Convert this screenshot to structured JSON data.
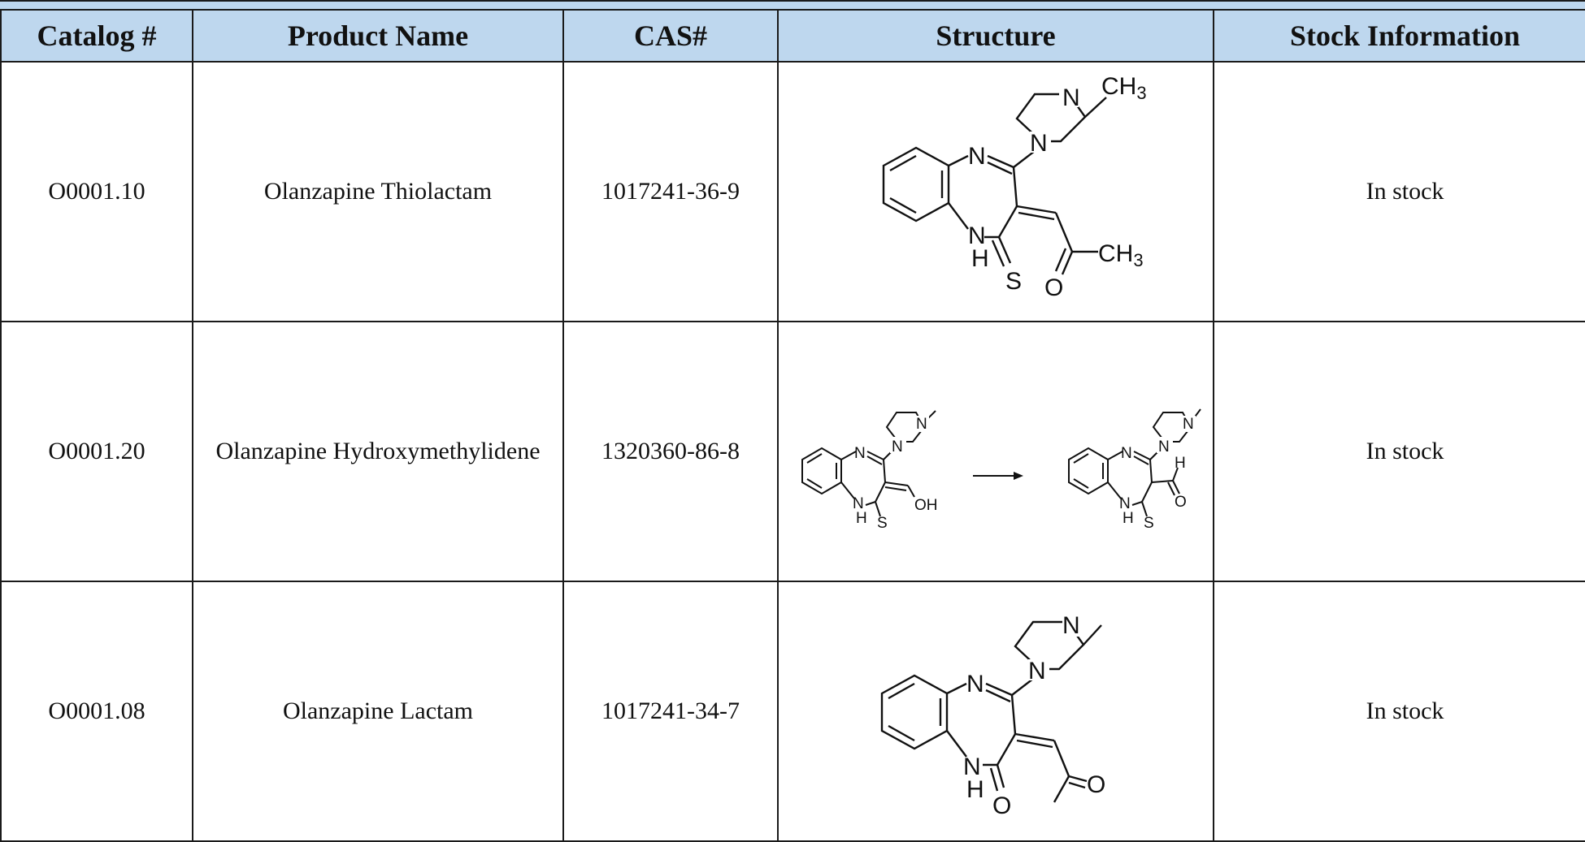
{
  "table": {
    "headers": [
      "Catalog #",
      "Product Name",
      "CAS#",
      "Structure",
      "Stock Information"
    ],
    "rows": [
      {
        "catalog": "O0001.10",
        "name": "Olanzapine Thiolactam",
        "cas": "1017241-36-9",
        "stock": "In stock",
        "structure_labels": {
          "n1": "N",
          "n2": "N",
          "n3": "N",
          "ch3_top": "CH3",
          "nh": "N",
          "h": "H",
          "s": "S",
          "o": "O",
          "ch3_right": "CH3"
        }
      },
      {
        "catalog": "O0001.20",
        "name": "Olanzapine Hydroxymethylidene",
        "cas": "1320360-86-8",
        "stock": "In stock",
        "structure_labels": {
          "n": "N",
          "nh": "N",
          "h": "H",
          "s": "S",
          "oh": "OH",
          "o": "O",
          "h_ald": "H"
        }
      },
      {
        "catalog": "O0001.08",
        "name": "Olanzapine Lactam",
        "cas": "1017241-34-7",
        "stock": "In stock",
        "structure_labels": {
          "n": "N",
          "nh": "N",
          "h": "H",
          "o1": "O",
          "o2": "O"
        }
      }
    ]
  }
}
